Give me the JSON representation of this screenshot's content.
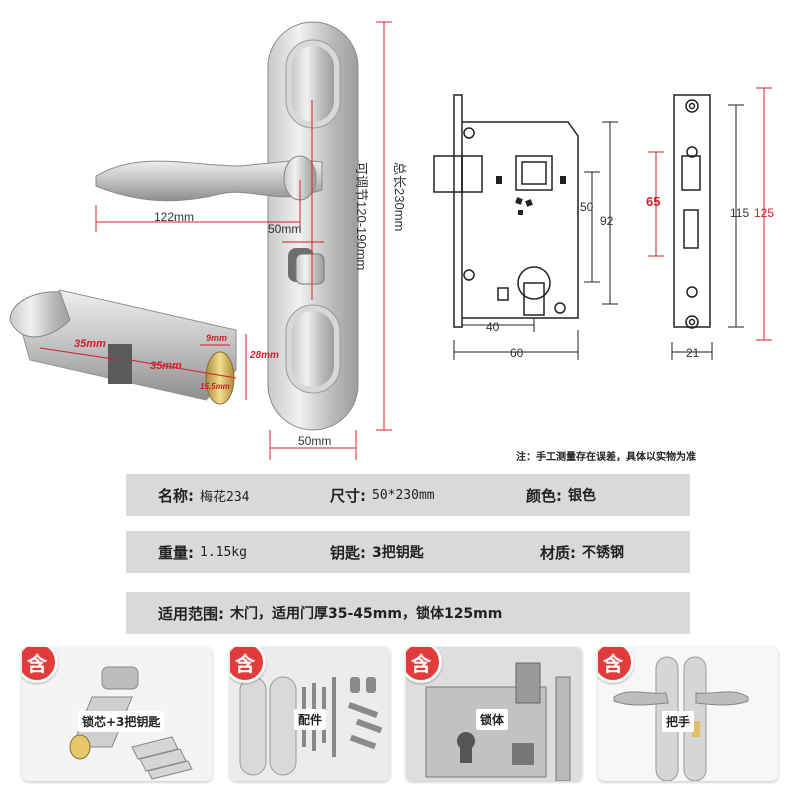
{
  "handle_dims": {
    "lever_length": "122mm",
    "handle_width": "50mm",
    "plate_width": "50mm",
    "total_length": "总长230mm",
    "adjustable": "可调节120-190mm"
  },
  "cylinder_dims": {
    "left": "35mm",
    "right": "35mm",
    "height": "28mm",
    "top": "9mm",
    "diameter": "15.5mm"
  },
  "lockbody_dims": {
    "width_40": "40",
    "width_60": "60",
    "height_50": "50",
    "height_92": "92",
    "strike_65": "65",
    "strike_115": "115",
    "strike_125": "125",
    "strike_21": "21"
  },
  "note": "注：手工测量存在误差，具体以实物为准",
  "specs": {
    "row1": [
      {
        "label": "名称:",
        "value": "梅花234"
      },
      {
        "label": "尺寸:",
        "value": "50*230mm"
      },
      {
        "label": "颜色:",
        "value": "银色"
      }
    ],
    "row2": [
      {
        "label": "重量:",
        "value": "1.15kg"
      },
      {
        "label": "钥匙:",
        "value": "3把钥匙"
      },
      {
        "label": "材质:",
        "value": "不锈钢"
      }
    ],
    "row3": {
      "label": "适用范围:",
      "value": "木门，适用门厚35-45mm，锁体125mm"
    }
  },
  "cards": {
    "badge": "含",
    "items": [
      "锁芯+3把钥匙",
      "配件",
      "锁体",
      "把手"
    ]
  }
}
